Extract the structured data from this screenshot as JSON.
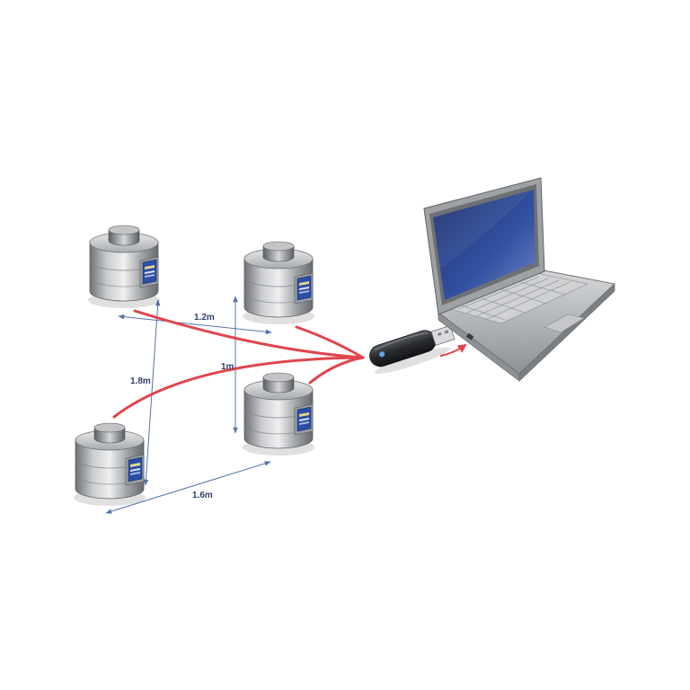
{
  "dimensions": {
    "top": "1.2m",
    "middle": "1m",
    "left": "1.8m",
    "bottom": "1.6m"
  },
  "colors": {
    "signal": "#e0454c",
    "dimension_line": "#5574a8",
    "label": "#2f3f6a",
    "sensor_metal": "#a9abae",
    "sensor_badge": "#2b4ea6",
    "dongle_body": "#2a2c30",
    "laptop_body": "#b7babd",
    "screen": "#2e4a95"
  },
  "components": {
    "sensors": [
      "load-cell-1",
      "load-cell-2",
      "load-cell-3",
      "load-cell-4"
    ],
    "receiver": "usb-dongle-icon",
    "computer": "laptop-icon"
  }
}
